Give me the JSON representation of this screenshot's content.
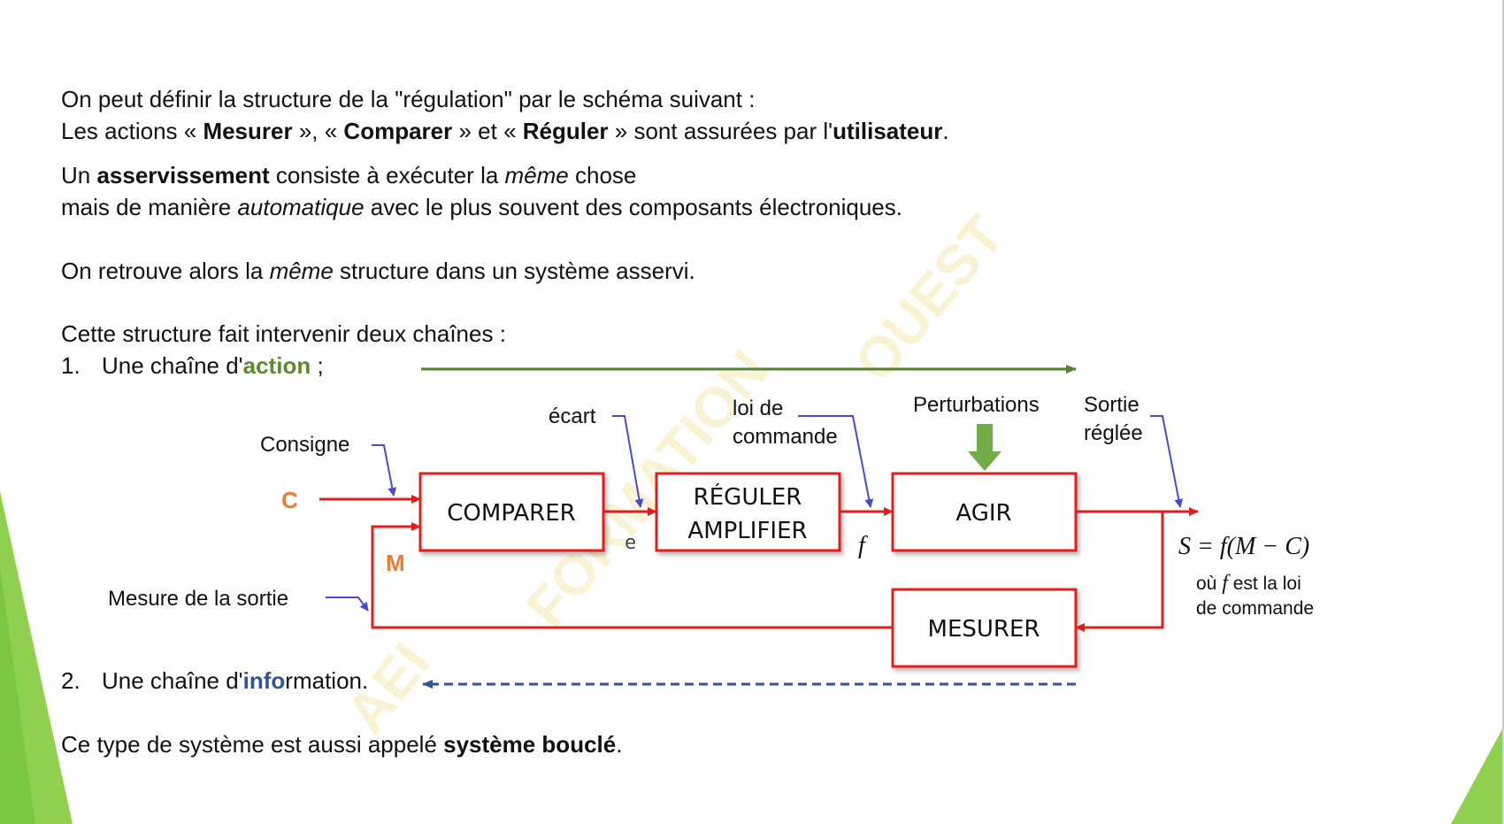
{
  "intro": {
    "line1": "On peut définir la structure de la \"régulation\" par le schéma suivant :",
    "line2": {
      "p1": "Les actions « ",
      "b1": "Mesurer",
      "p2": " », « ",
      "b2": "Comparer",
      "p3": " » et « ",
      "b3": "Réguler",
      "p4": " » sont assurées par l'",
      "b4": "utilisateur",
      "p5": "."
    },
    "line3": {
      "p1": "Un ",
      "b1": "asservissement",
      "p2": " consiste à exécuter la ",
      "i1": "même",
      "p3": " chose"
    },
    "line4": {
      "p1": "mais de manière ",
      "i1": "automatique",
      "p2": " avec le plus souvent des composants électroniques."
    },
    "line5": {
      "p1": "On retrouve alors la ",
      "i1": "même",
      "p2": " structure dans un système asservi."
    },
    "line6": "Cette structure fait intervenir deux chaînes :"
  },
  "chains": {
    "action": {
      "num": "1.",
      "p1": "Une chaîne d'",
      "hl": "action",
      "p2": " ;"
    },
    "info": {
      "num": "2.",
      "p1": "Une chaîne d'",
      "hl": "info",
      "p2": "rmation."
    }
  },
  "conclusion": {
    "p1": "Ce type de système est aussi appelé ",
    "b1": "système bouclé",
    "p2": "."
  },
  "diagram": {
    "blocks": {
      "comparer": "COMPARER",
      "reguler_l1": "RÉGULER",
      "reguler_l2": "AMPLIFIER",
      "agir": "AGIR",
      "mesurer": "MESURER"
    },
    "labels": {
      "consigne": "Consigne",
      "ecart": "écart",
      "loi_l1": "loi de",
      "loi_l2": "commande",
      "perturbations": "Perturbations",
      "sortie_l1": "Sortie",
      "sortie_l2": "réglée",
      "mesure": "Mesure de la sortie",
      "c": "C",
      "m": "M",
      "e": "e",
      "f": "f",
      "formula": "S = f(M − C)",
      "note_p1": "où ",
      "note_f": "f",
      "note_p2": " est la loi",
      "note_l2": "de commande"
    },
    "watermark": {
      "w1": "AEI",
      "w2": "FORMATION",
      "w3": "OUEST"
    },
    "colors": {
      "red": "#e31c1c",
      "blue_arrow": "#4a4ad0",
      "green_arrow": "#548235",
      "dashed": "#2f5597",
      "orange": "#ed7d31",
      "perturb_arrow": "#70ad47"
    }
  }
}
